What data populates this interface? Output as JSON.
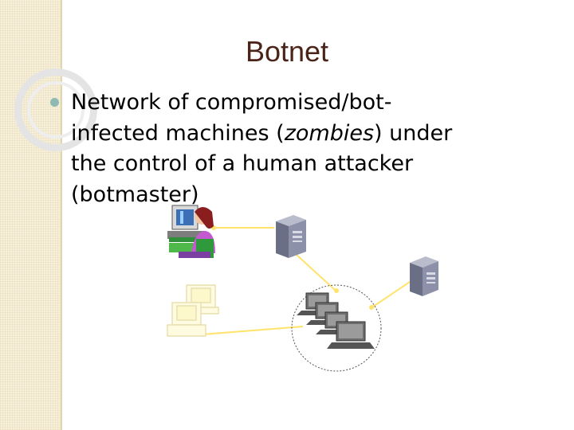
{
  "slide": {
    "title": "Botnet",
    "bullet": {
      "line1": "Network of compromised/bot-",
      "line2_a": "infected machines (",
      "line2_em": "zombies",
      "line2_b": ") under",
      "line3": "the control of a human attacker",
      "line4": "(botmaster)"
    }
  },
  "colors": {
    "title": "#4a2418",
    "bullet": "#8fb9b3",
    "link": "#ffe36a",
    "sidebar": "#f6efd9"
  },
  "icons": {
    "botmaster": "person-at-computer-icon",
    "server_a": "server-tower-icon",
    "server_b": "server-tower-icon",
    "monitors": "stacked-monitors-icon",
    "zombies": "computer-group-icon"
  }
}
